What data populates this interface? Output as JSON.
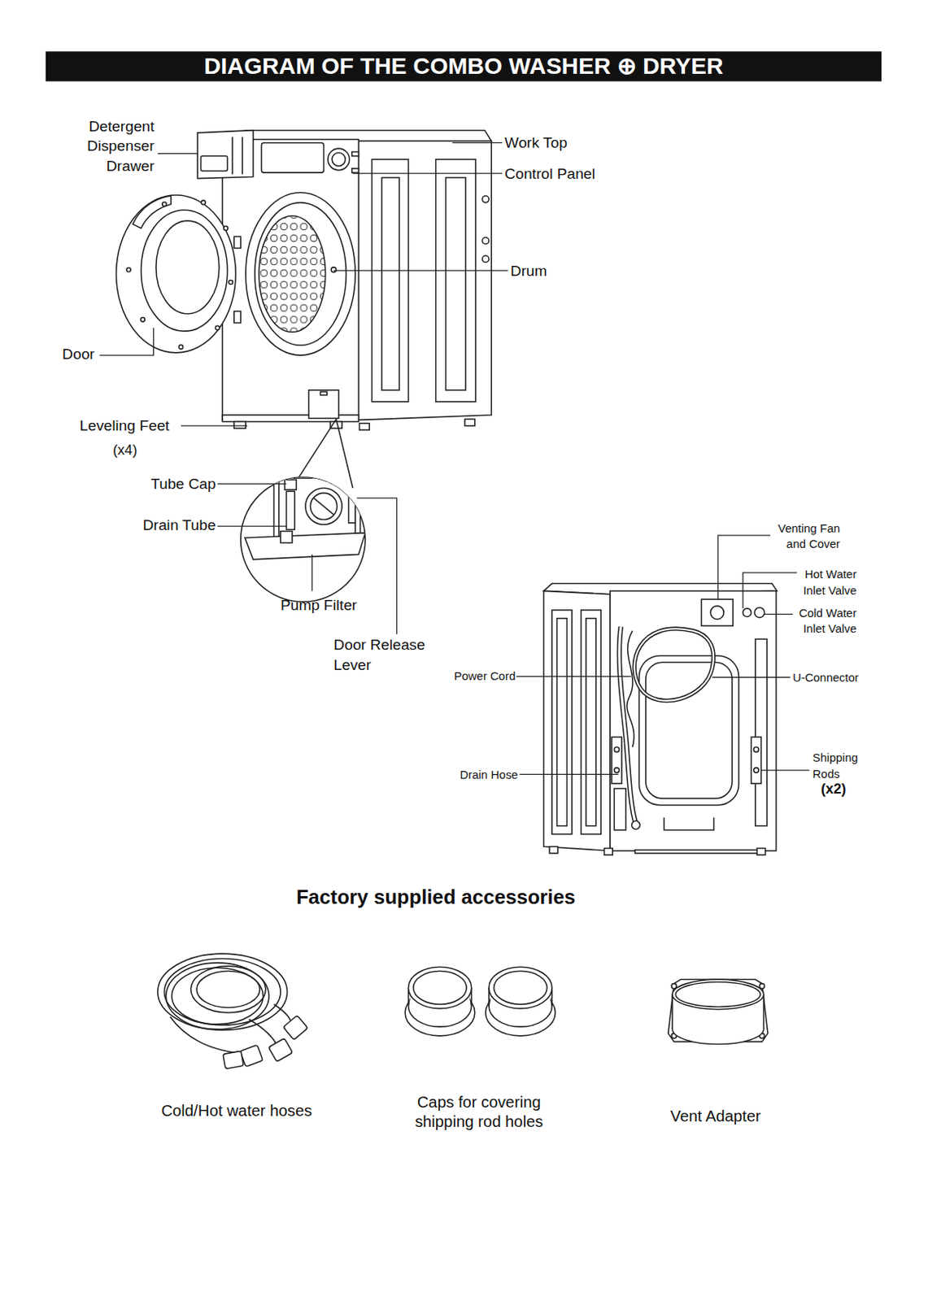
{
  "diagram": {
    "title": "DIAGRAM OF THE COMBO WASHER ⊕ DRYER",
    "labels": [
      "Detergent Dispenser Drawer",
      "Work Top",
      "Control Panel",
      "Drum",
      "Door",
      "Leveling Feet",
      "(x4)",
      "Tube Cap",
      "Drain Tube",
      "Pump Filter",
      "Door Release Lever",
      "Venting Fan and Cover",
      "Hot Water Inlet Valve",
      "Cold Water Inlet Valve",
      "Power Cord",
      "U-Connector",
      "Drain Hose",
      "Shipping Rods",
      "(x2)",
      "Factory supplied accessories",
      "Cold/Hot water hoses",
      "Caps for covering shipping rod holes",
      "Vent Adapter"
    ]
  }
}
